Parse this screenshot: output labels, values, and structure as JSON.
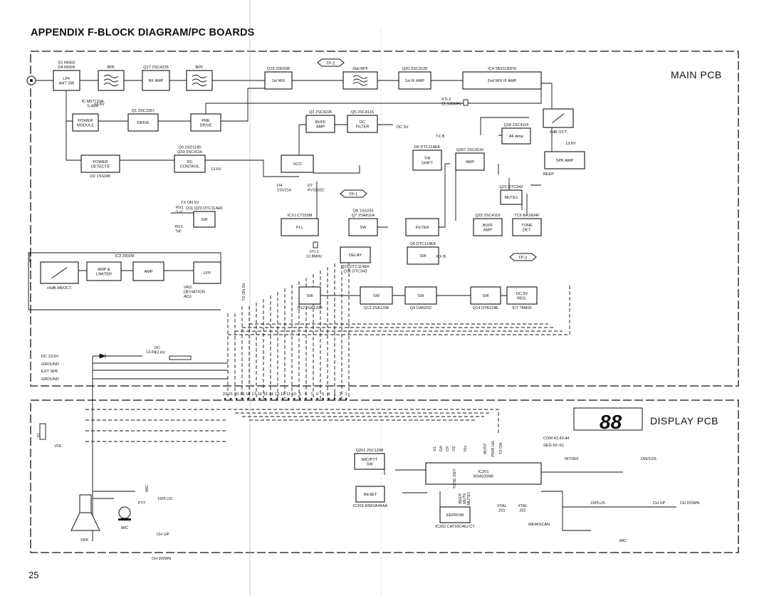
{
  "title": "APPENDIX F-BLOCK DIAGRAM/PC BOARDS",
  "page_number": "25",
  "pcb_labels": {
    "main": "MAIN PCB",
    "display": "DISPLAY PCB"
  },
  "display_digits": "88",
  "blocks": {
    "lpf_ant": {
      "l1": "LPF",
      "l2": "ANT SW",
      "part": "D1 MI402\nD4 MI306"
    },
    "bpf1": {
      "l1": "BPF"
    },
    "rf_amp": {
      "l1": "RF AMP",
      "part": "Q17 2SC4226"
    },
    "bpf2": {
      "l1": "BPF"
    },
    "first_mix": {
      "l1": "1st MIX",
      "part": "Q19 2SK508"
    },
    "xtal_bpf": {
      "l1": "Xtal BPF"
    },
    "first_if": {
      "l1": "1st IF AMP",
      "part": "Q20 2SC3128"
    },
    "second_mix": {
      "l1": "2nd MIX IF AMP",
      "part": "IC4 TA31136FN"
    },
    "power_module": {
      "l1": "POWER",
      "l2": "MODULE",
      "part": "IC M57710A\nS-AV6"
    },
    "drive": {
      "l1": "DRIVE",
      "part": "Q1 2SC3357"
    },
    "pre_drive": {
      "l1": "PRE",
      "l2": "DRIVE"
    },
    "buff_amp1": {
      "l1": "BUFF",
      "l2": "AMP",
      "part": "Q3 2SC4226"
    },
    "dc_filter": {
      "l1": "DC",
      "l2": "FILTER",
      "part": "Q5 2SC4116"
    },
    "power_detect": {
      "l1": "POWER",
      "l2": "DETECTE",
      "part": "D2 1SS345"
    },
    "dc_control": {
      "l1": "DC",
      "l2": "CONTROL",
      "part": "Q9 2SD1185\nQ10 2SC4116"
    },
    "vco": {
      "l1": "VCO"
    },
    "tr_shift": {
      "l1": "T/R",
      "l2": "SHIFT",
      "part": "D6 DTC114EK"
    },
    "af_amp": {
      "l1": "AF Amp",
      "part": "Q18 2SC4116"
    },
    "attenuator": {
      "l1": "-6dB OCT."
    },
    "amp_q307": {
      "l1": "AMP",
      "part": "Q307 2SC4116"
    },
    "spk_amp": {
      "l1": "SPK AMP"
    },
    "sw_q11": {
      "l1": "SW",
      "part": "Q11,Q23 DTC114EK"
    },
    "pll": {
      "l1": "PLL",
      "part": "IC3 LC7153M"
    },
    "sw_q8": {
      "l1": "SW",
      "part": "Q8 1SS226\nQ7 2SA811A"
    },
    "filter": {
      "l1": "FILTER"
    },
    "mute": {
      "l1": "MUTE1",
      "part": "Q21 DTC343"
    },
    "buff_amp2": {
      "l1": "BUFF",
      "l2": "AMP",
      "part": "Q22 2SC4116"
    },
    "tone_det": {
      "l1": "TONE",
      "l2": "DET.",
      "part": "TC6 BA1604F"
    },
    "delay": {
      "l1": "DELAY",
      "part": "Q15 DTC114EK\nQ16 DTC343"
    },
    "sw_q6": {
      "l1": "SW",
      "part": "Q6 DTC114EK"
    },
    "filter_slope": {
      "l1": "+6dB dB/OCT."
    },
    "amp_limiter": {
      "l1": "AMP &",
      "l2": "LIMITER"
    },
    "amp_ic3": {
      "l1": "AMP"
    },
    "lpf": {
      "l1": "LPF"
    },
    "sw_q12": {
      "l1": "SW",
      "part": "Q12 2SA1298"
    },
    "sw_q13": {
      "l1": "SW",
      "part": "Q13 2SA1298"
    },
    "sw_q9": {
      "l1": "SW",
      "part": "Q9 DAN202"
    },
    "sw_q14": {
      "l1": "SW",
      "part": "Q14 DTA124E"
    },
    "dc_reg": {
      "l1": "DC 5V",
      "l2": "REG.",
      "part": "IC7 78M05"
    },
    "mic_ptt": {
      "l1": "MIC/PTT",
      "l2": "SW",
      "part": "Q201 2SC1298"
    },
    "reset": {
      "l1": "RESET",
      "part": "IC203 RN5VA45AA"
    },
    "ic201": {
      "l1": "IC201",
      "l2": "M34520M6"
    },
    "eeprom": {
      "l1": "EEPROM",
      "part": "IC202 CAT93C46J CT"
    }
  },
  "labels": {
    "ic3_group": "IC3 2902M",
    "dc5v": "DC 5V",
    "txb": "TX B",
    "rxb": "RX B",
    "txon5v": "TX ON 5V",
    "txon5v_v": "TX ON 5V",
    "v136": "13.6V",
    "v136_2": "13.6V",
    "v136_3": "13.6V",
    "v136_4": "13.6V",
    "xtl2": "XTL2\n21.145MHz",
    "xtl1": "XTL1\n12.8MHz",
    "d4": "D4\n1SV214",
    "d7": "D7\nKV1832C",
    "rv1lo": "RV1\n\"Lo\"",
    "rv1hi": "RV1\n\"Hi\"",
    "vr3": "VR3\nDEVIATION\nADJ.",
    "beep": "BEEP",
    "dc136": "DC 13.6V",
    "ground1": "GROUND",
    "extspk": "EXT SPK",
    "ground2": "GROUND",
    "dc_fuse": "DC\n13.6V",
    "com": "COM 42,43,44",
    "seg": "SEG 53~61",
    "intwx": "INT/WX",
    "dw": "DW/1/25",
    "plus15": "15PLUS",
    "chup": "CH UP",
    "chdown": "CH DOWN",
    "mic_lbl": "MIC",
    "memscan": "MEM/SCAN",
    "spk": "SPK",
    "mic": "MIC",
    "ptt": "PTT",
    "plus15b": "15PLUS",
    "chupb": "CH UP",
    "chdownb": "CH DOWN",
    "vol": "VOL",
    "s1": "S1",
    "mic_conn": "MIC",
    "xtal201": "XTAL\n201",
    "xtal202": "XTAL\n202",
    "tonedet": "TONE DET.",
    "beep2": "BEEP",
    "mute2": "MUTE",
    "mute1": "MUTE1",
    "pin_ul": "UL",
    "pin_da": "DA",
    "pin_ck": "CK",
    "pin_ce": "CE",
    "pin_vcc": "Vcc",
    "pin_busy": "BUSY",
    "pin_pwr": "PWR H/L",
    "pin_txon": "TX ON"
  },
  "test_points": [
    "TP-2",
    "TP-1",
    "TP-3"
  ],
  "connector_pins": [
    "22",
    "21",
    "20",
    "19",
    "18",
    "17",
    "16",
    "15",
    "14",
    "13",
    "12",
    "11",
    "10",
    "9",
    "8",
    "7",
    "6",
    "5",
    "4",
    "3",
    "2",
    "1"
  ]
}
